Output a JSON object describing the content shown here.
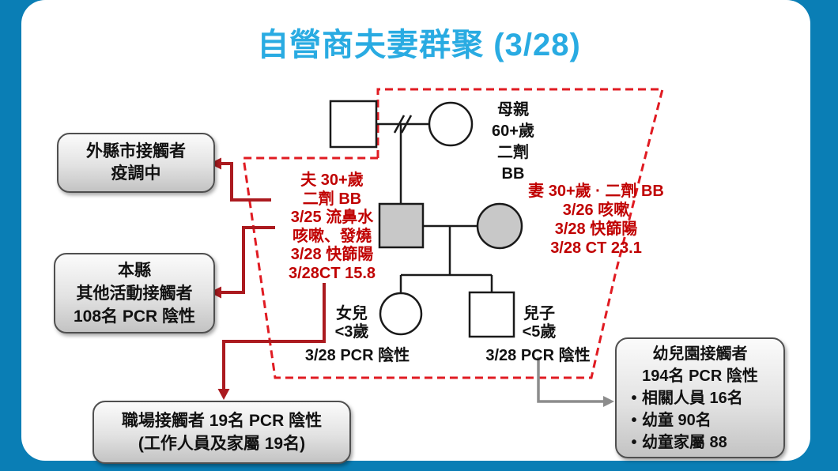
{
  "title": "自營商夫妻群聚 (3/28)",
  "colors": {
    "background_blue": "#0a7eb5",
    "title_blue": "#29abe2",
    "case_red_text": "#c00000",
    "dashed_outline_red": "#e01b22",
    "arrow_dark_red": "#ab1a1f",
    "gray_connector": "#8c8c8c",
    "infected_fill_gray": "#c8c8c8"
  },
  "glyphs": {
    "bullet": "•",
    "separation_mark": "//"
  },
  "pedigree": {
    "mother_label": {
      "lines": [
        "母親",
        "60+歲",
        "二劑",
        "BB"
      ]
    },
    "husband_label": {
      "lines": [
        "夫 30+歲",
        "二劑 BB",
        "3/25 流鼻水",
        "咳嗽、發燒",
        "3/28 快篩陽",
        "3/28CT 15.8"
      ]
    },
    "wife_label": {
      "lines": [
        "妻 30+歲 · 二劑 BB",
        "3/26 咳嗽",
        "3/28 快篩陽",
        "3/28 CT 23.1"
      ]
    },
    "daughter_label": {
      "lines": [
        "女兒",
        "<3歲"
      ],
      "result": "3/28 PCR 陰性"
    },
    "son_label": {
      "lines": [
        "兒子",
        "<5歲"
      ],
      "result": "3/28 PCR 陰性"
    }
  },
  "boxes": {
    "out_of_county": {
      "lines": [
        "外縣市接觸者",
        "疫調中"
      ]
    },
    "local_contacts": {
      "lines": [
        "本縣",
        "其他活動接觸者",
        "108名 PCR 陰性"
      ]
    },
    "workplace": {
      "lines": [
        "職場接觸者 19名 PCR 陰性",
        "(工作人員及家屬 19名)"
      ]
    },
    "kindergarten": {
      "title_lines": [
        "幼兒園接觸者",
        "194名 PCR 陰性"
      ],
      "bullets": [
        "相關人員 16名",
        "幼童 90名",
        "幼童家屬 88"
      ]
    }
  }
}
